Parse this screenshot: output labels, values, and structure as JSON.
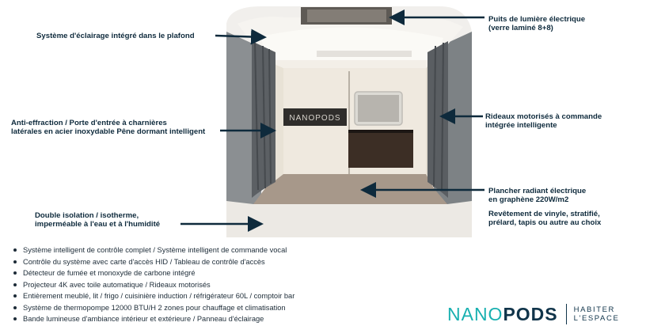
{
  "callouts": {
    "ceiling_lighting": "Système d'éclairage intégré dans le plafond",
    "skylight": [
      "Puits de lumière électrique",
      "(verre laminé 8+8)"
    ],
    "door": [
      "Anti-effraction / Porte d'entrée à charnières",
      "latérales en acier inoxydable Pêne dormant intelligent"
    ],
    "curtains": [
      "Rideaux motorisés à commande",
      "intégrée intelligente"
    ],
    "floor": [
      "Plancher radiant électrique",
      "en graphène 220W/m2"
    ],
    "insulation": [
      "Double isolation / isotherme,",
      "imperméable à l'eau et à l'humidité"
    ],
    "covering": [
      "Revêtement de vinyle, stratifié,",
      "prélard, tapis ou autre au choix"
    ]
  },
  "wall_sign": "NANOPODS",
  "features": [
    "Système intelligent de contrôle complet / Système intelligent de commande vocal",
    "Contrôle du système avec carte d'accès HID / Tableau de contrôle d'accès",
    "Détecteur de fumée et monoxyde de carbone intégré",
    "Projecteur 4K avec toile automatique / Rideaux motorisés",
    "Entièrement meublé, lit / frigo / cuisinière induction / réfrigérateur 60L / comptoir bar",
    "Système de thermopompe 12000 BTU/H 2 zones pour chauffage et climatisation",
    "Bande lumineuse d'ambiance intérieur et extérieure / Panneau d'éclairage"
  ],
  "brand": {
    "logo_part1": "NANO",
    "logo_part2": "PODS",
    "tagline": [
      "HABITER",
      "L'ESPACE"
    ]
  },
  "colors": {
    "text": "#0e2a3c",
    "brand_teal": "#18b0b0",
    "brand_navy": "#10344a"
  }
}
